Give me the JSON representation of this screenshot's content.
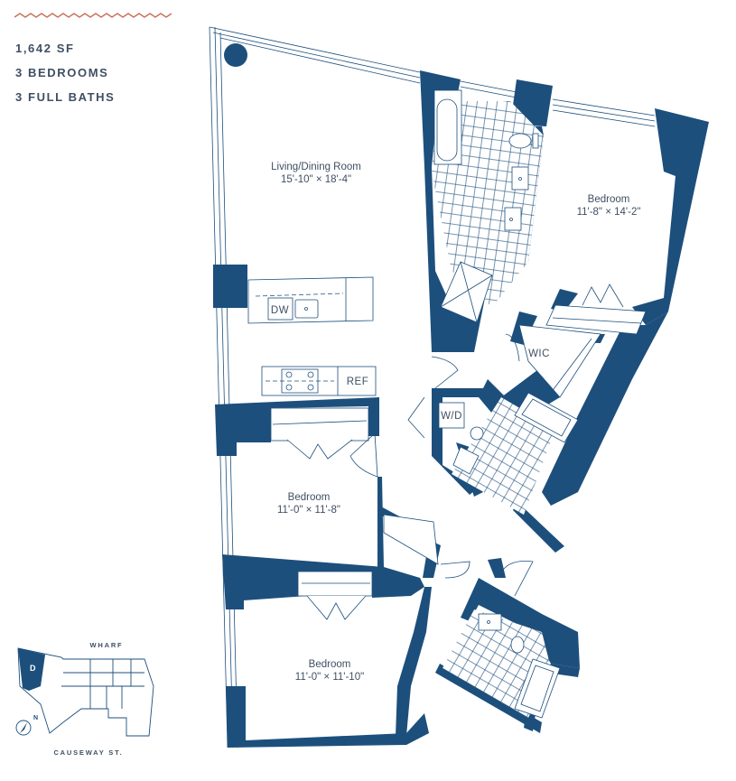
{
  "header": {
    "accent_color": "#c8715b"
  },
  "specs": {
    "square_feet": "1,642 SF",
    "bedrooms": "3 BEDROOMS",
    "baths": "3 FULL BATHS"
  },
  "colors": {
    "wall": "#1d4f7c",
    "line": "#1d4f7c",
    "text": "#3f4f63",
    "background": "#ffffff"
  },
  "rooms": {
    "living": {
      "name": "Living/Dining Room",
      "dims": "15'-10\" × 18'-4\""
    },
    "bedroom_primary": {
      "name": "Bedroom",
      "dims": "11'-8\" × 14'-2\""
    },
    "bedroom_middle": {
      "name": "Bedroom",
      "dims": "11'-0\" × 11'-8\""
    },
    "bedroom_lower": {
      "name": "Bedroom",
      "dims": "11'-0\" × 11'-10\""
    }
  },
  "fixtures": {
    "dishwasher": "DW",
    "refrigerator": "REF",
    "walk_in_closet": "WIC",
    "washer_dryer": "W/D"
  },
  "key_plan": {
    "street_top": "WHARF",
    "street_bottom": "CAUSEWAY ST.",
    "unit_letter": "D",
    "north_label": "N"
  }
}
